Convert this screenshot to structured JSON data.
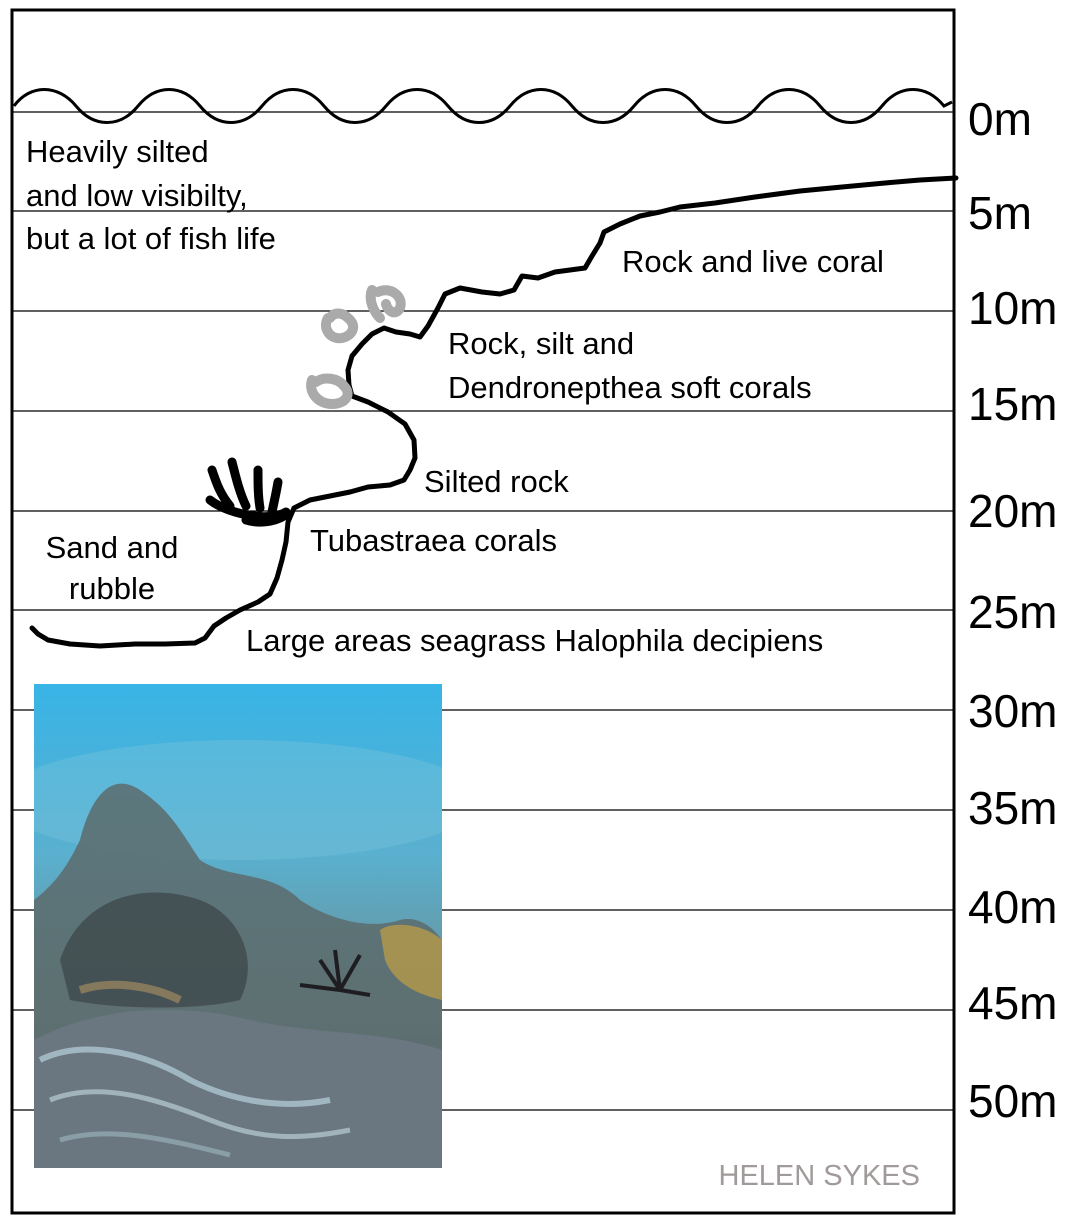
{
  "depth_scale": {
    "labels": [
      "0m",
      "5m",
      "10m",
      "15m",
      "20m",
      "25m",
      "30m",
      "35m",
      "40m",
      "45m",
      "50m"
    ]
  },
  "zones": {
    "surface": [
      "Heavily silted",
      "and low visibilty,",
      "but a lot of fish life"
    ],
    "rock_live_coral": "Rock and live coral",
    "rock_silt": [
      "Rock, silt and",
      "Dendronepthea soft corals"
    ],
    "silted_rock": "Silted rock",
    "tubastraea": "Tubastraea corals",
    "sand": [
      "Sand and",
      "rubble"
    ],
    "seagrass": "Large areas seagrass Halophila decipiens"
  },
  "credit": "HELEN SYKES",
  "colors": {
    "outline": "#000000",
    "soft_coral": "#aaaaaa",
    "credit": "#a09a9a",
    "photo_water": "#3fa6d6"
  }
}
